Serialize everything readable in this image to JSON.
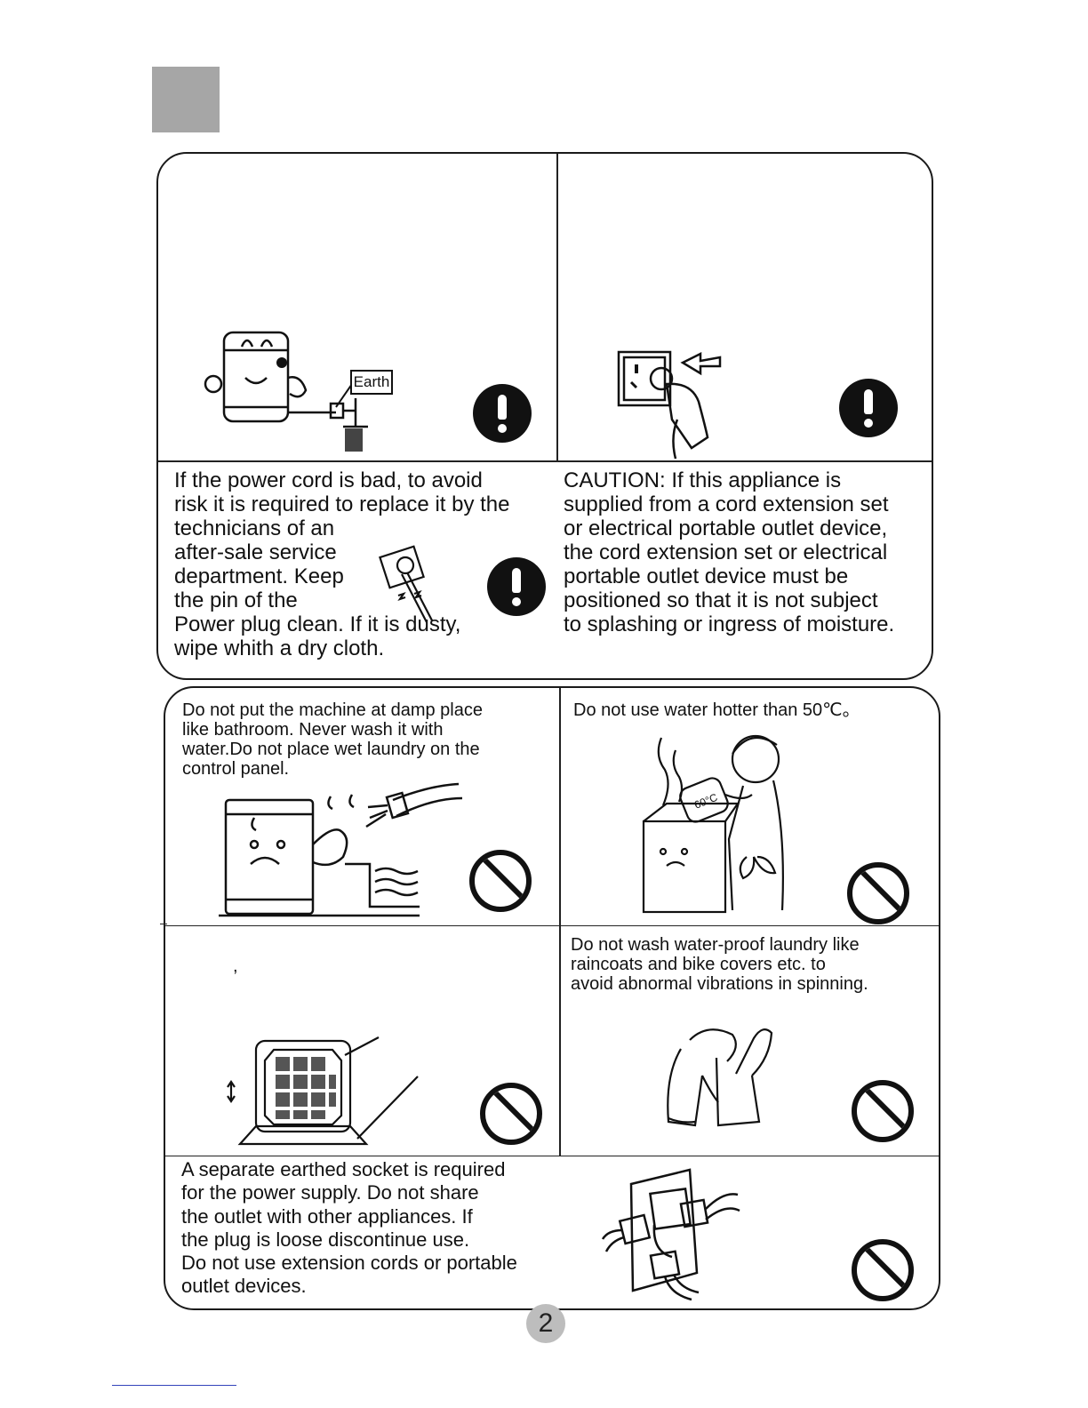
{
  "section_box": {},
  "top_panel": {
    "earth_label": "Earth",
    "power_cord_text": "If  the power cord is bad, to avoid\nrisk it is required to replace it by the\ntechnicians of an\nafter-sale service\ndepartment. Keep\nthe pin of the\nPower plug clean. If it is dusty,\nwipe whith a dry cloth.",
    "caution_text": "CAUTION: If this appliance is\nsupplied from a cord extension set\nor electrical portable outlet device,\nthe cord extension set or electrical\nportable outlet device must be\npositioned so that it is not subject\nto splashing or ingress of moisture."
  },
  "bottom_panel": {
    "damp_text": "Do not put the machine at damp place\nlike       bathroom. Never wash it with\nwater.Do not place wet  laundry  on the\ncontrol panel.",
    "hot_water_text": "Do not use water hotter than 50℃。",
    "hot_water_tag": "60°C",
    "stray_comma": ",",
    "waterproof_text": "Do not wash water-proof laundry like\n raincoats and bike covers etc. to\navoid abnormal vibrations in spinning.",
    "socket_text": "A separate earthed socket is required\nfor the power supply.  Do not share\nthe outlet with other appliances.  If\nthe plug is loose discontinue use.\nDo not use extension cords or portable\noutlet devices."
  },
  "page_number": "2",
  "icons": [
    "mandatory-exclamation-icon",
    "prohibition-icon"
  ]
}
